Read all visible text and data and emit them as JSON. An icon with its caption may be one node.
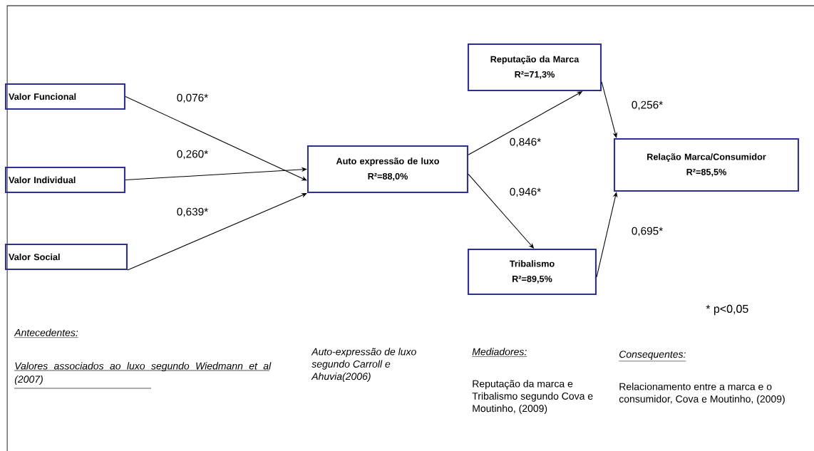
{
  "diagram": {
    "nodes": [
      {
        "text": [
          "Valor Funcional"
        ]
      },
      {
        "text": [
          "Valor Individual"
        ]
      },
      {
        "text": [
          "Valor Social"
        ]
      },
      {
        "text": [
          "Auto expressão de luxo",
          "R²=88,0%"
        ]
      },
      {
        "text": [
          "Reputação da Marca",
          "R²=71,3%"
        ]
      },
      {
        "text": [
          "Tribalismo",
          "R²=89,5%"
        ]
      },
      {
        "text": [
          "Relação Marca/Consumidor",
          "R²=85,5%"
        ]
      }
    ],
    "edges": [
      {
        "from": 0,
        "to": 3,
        "arrow": "to",
        "label": "0,076*"
      },
      {
        "from": 1,
        "to": 3,
        "arrow": "to",
        "label": "0,260*"
      },
      {
        "from": 2,
        "to": 3,
        "arrow": "to",
        "label": "0,639*"
      },
      {
        "from": 3,
        "to": 4,
        "arrow": "to",
        "label": "0,846*"
      },
      {
        "from": 3,
        "to": 5,
        "arrow": "to",
        "label": "0,946*"
      },
      {
        "from": 4,
        "to": 6,
        "arrow": "to",
        "label": "0,256*"
      },
      {
        "from": 5,
        "to": 6,
        "arrow": "to",
        "label": "0,695*"
      }
    ],
    "labels": [
      "* p<0,05",
      "Antecedentes:",
      "Valores associados ao luxo segundo Wiedmann et al (2007)",
      "Auto-expressão de luxo segundo Carroll e Ahuvia(2006)",
      "Mediadores:",
      "Consequentes:",
      "Reputação da marca e Tribalismo segundo Cova e Moutinho, (2009)",
      "Relacionamento entre a marca e o consumidor, Cova e Moutinho, (2009)"
    ]
  }
}
